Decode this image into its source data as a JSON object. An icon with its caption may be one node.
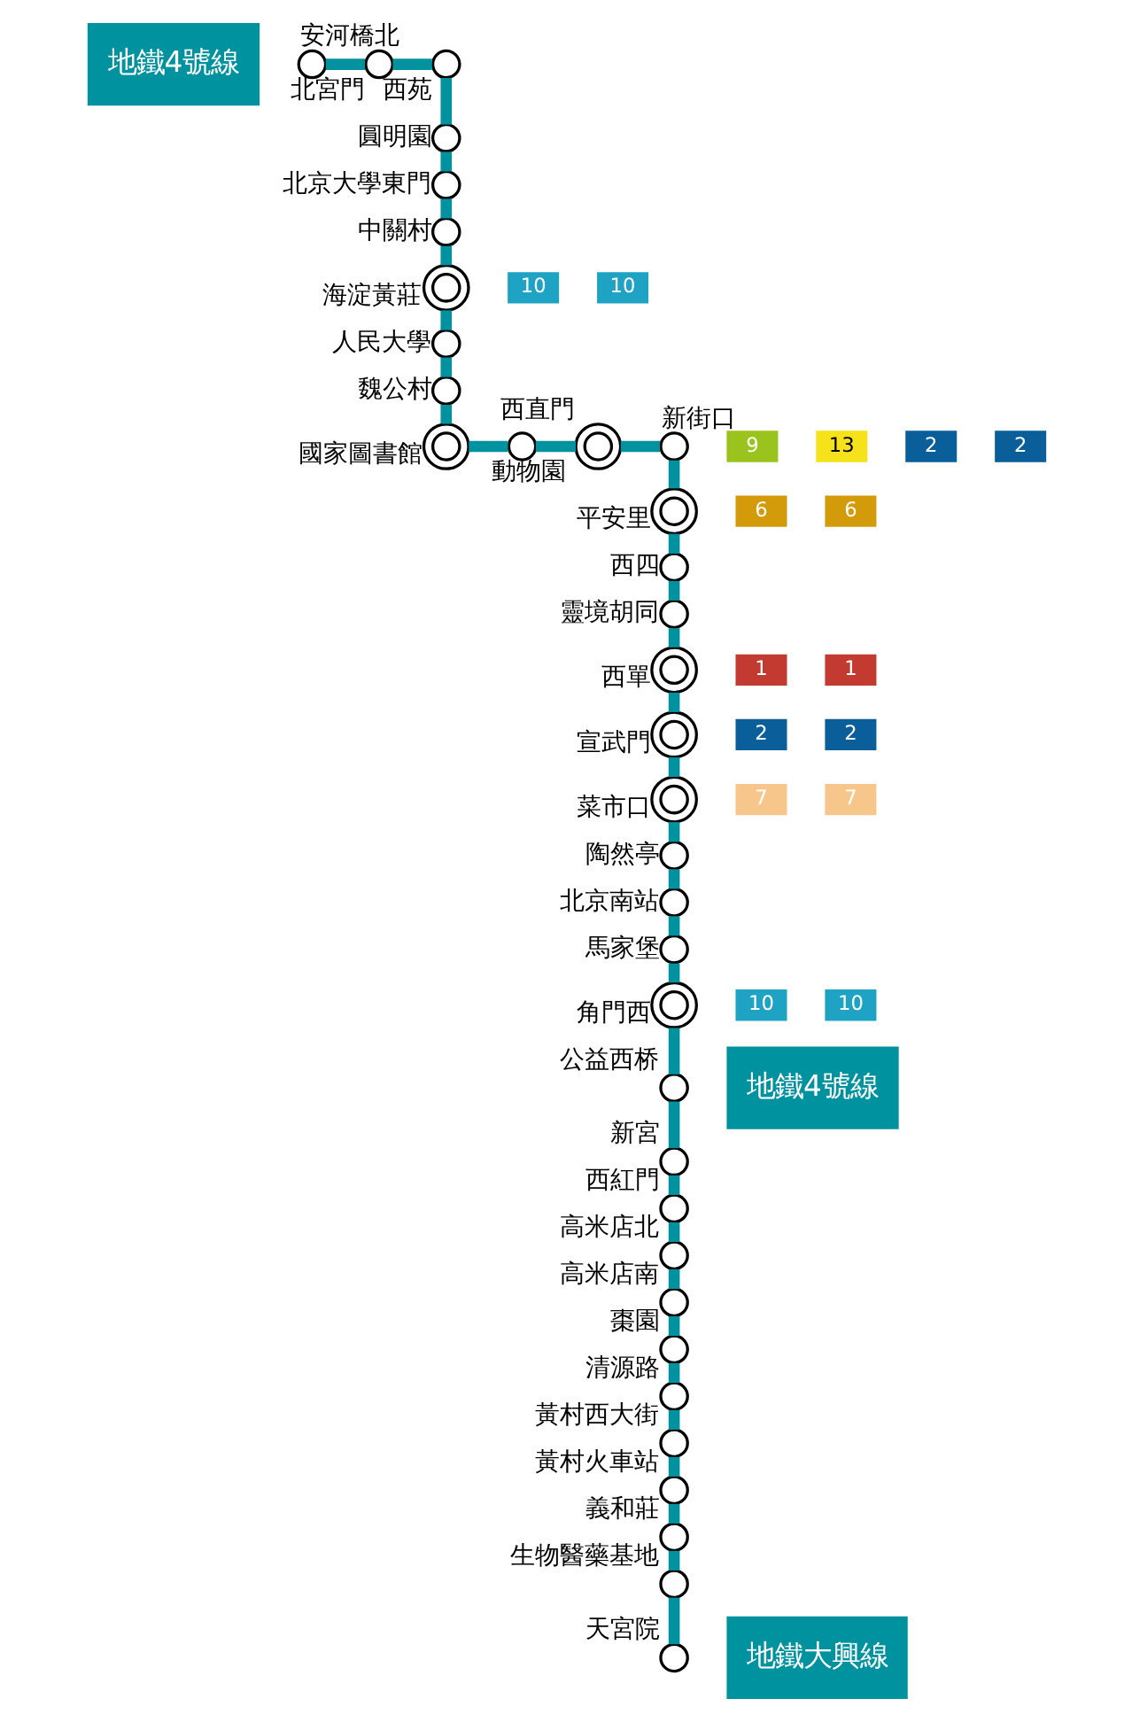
{
  "diagram": {
    "nodes": [
      {
        "text": [
          "地鐵4號線"
        ]
      },
      {
        "text": [],
        "shape": "circle",
        "beside": [
          "安河橋北"
        ]
      },
      {
        "text": [],
        "shape": "circle",
        "beside": [
          "北宮門"
        ]
      },
      {
        "text": [],
        "shape": "circle",
        "beside": [
          "西苑"
        ]
      },
      {
        "text": [],
        "shape": "circle",
        "beside": [
          "圓明園"
        ]
      },
      {
        "text": [],
        "shape": "circle",
        "beside": [
          "北京大學東門"
        ]
      },
      {
        "text": [],
        "shape": "circle",
        "beside": [
          "中關村"
        ]
      },
      {
        "text": [],
        "shape": "circle",
        "beside": [
          "海淀黃莊"
        ]
      },
      {
        "text": [],
        "shape": "circle",
        "beside": [
          "人民大學"
        ]
      },
      {
        "text": [],
        "shape": "circle",
        "beside": [
          "魏公村"
        ]
      },
      {
        "text": [],
        "shape": "circle",
        "beside": [
          "國家圖書館"
        ]
      },
      {
        "text": [],
        "shape": "circle",
        "beside": [
          "動物園"
        ]
      },
      {
        "text": [],
        "shape": "circle",
        "beside": [
          "西直門"
        ]
      },
      {
        "text": [],
        "shape": "circle",
        "beside": [
          "新街口"
        ]
      },
      {
        "text": [],
        "shape": "circle",
        "beside": [
          "平安里"
        ]
      },
      {
        "text": [],
        "shape": "circle",
        "beside": [
          "西四"
        ]
      },
      {
        "text": [],
        "shape": "circle",
        "beside": [
          "靈境胡同"
        ]
      },
      {
        "text": [],
        "shape": "circle",
        "beside": [
          "西單"
        ]
      },
      {
        "text": [],
        "shape": "circle",
        "beside": [
          "宣武門"
        ]
      },
      {
        "text": [],
        "shape": "circle",
        "beside": [
          "菜市口"
        ]
      },
      {
        "text": [],
        "shape": "circle",
        "beside": [
          "陶然亭"
        ]
      },
      {
        "text": [],
        "shape": "circle",
        "beside": [
          "北京南站"
        ]
      },
      {
        "text": [],
        "shape": "circle",
        "beside": [
          "馬家堡"
        ]
      },
      {
        "text": [],
        "shape": "circle",
        "beside": [
          "角門西"
        ]
      },
      {
        "text": [
          "地鐵4號線"
        ]
      },
      {
        "text": [],
        "shape": "circle",
        "beside": [
          "公益西桥"
        ]
      },
      {
        "text": [],
        "shape": "circle",
        "beside": [
          "新宮"
        ]
      },
      {
        "text": [],
        "shape": "circle",
        "beside": [
          "西紅門"
        ]
      },
      {
        "text": [],
        "shape": "circle",
        "beside": [
          "高米店北"
        ]
      },
      {
        "text": [],
        "shape": "circle",
        "beside": [
          "高米店南"
        ]
      },
      {
        "text": [],
        "shape": "circle",
        "beside": [
          "棗園"
        ]
      },
      {
        "text": [],
        "shape": "circle",
        "beside": [
          "清源路"
        ]
      },
      {
        "text": [],
        "shape": "circle",
        "beside": [
          "黃村西大街"
        ]
      },
      {
        "text": [],
        "shape": "circle",
        "beside": [
          "黃村火車站"
        ]
      },
      {
        "text": [],
        "shape": "circle",
        "beside": [
          "義和莊"
        ]
      },
      {
        "text": [],
        "shape": "circle",
        "beside": [
          "生物醫藥基地"
        ]
      },
      {
        "text": [],
        "shape": "circle",
        "beside": [
          "天宮院"
        ]
      },
      {
        "text": [
          "地鐵大興線"
        ]
      }
    ],
    "edges": [
      {
        "from": 1,
        "to": 2,
        "arrow": "none"
      },
      {
        "from": 2,
        "to": 3,
        "arrow": "none"
      },
      {
        "from": 3,
        "to": 4,
        "arrow": "none"
      },
      {
        "from": 4,
        "to": 5,
        "arrow": "none"
      },
      {
        "from": 5,
        "to": 6,
        "arrow": "none"
      },
      {
        "from": 6,
        "to": 7,
        "arrow": "none"
      },
      {
        "from": 7,
        "to": 8,
        "arrow": "none"
      },
      {
        "from": 8,
        "to": 9,
        "arrow": "none"
      },
      {
        "from": 9,
        "to": 10,
        "arrow": "none"
      },
      {
        "from": 10,
        "to": 11,
        "arrow": "none"
      },
      {
        "from": 11,
        "to": 12,
        "arrow": "none"
      },
      {
        "from": 12,
        "to": 13,
        "arrow": "none"
      },
      {
        "from": 13,
        "to": 14,
        "arrow": "none"
      },
      {
        "from": 14,
        "to": 15,
        "arrow": "none"
      },
      {
        "from": 15,
        "to": 16,
        "arrow": "none"
      },
      {
        "from": 16,
        "to": 17,
        "arrow": "none"
      },
      {
        "from": 17,
        "to": 18,
        "arrow": "none"
      },
      {
        "from": 18,
        "to": 19,
        "arrow": "none"
      },
      {
        "from": 19,
        "to": 20,
        "arrow": "none"
      },
      {
        "from": 20,
        "to": 21,
        "arrow": "none"
      },
      {
        "from": 21,
        "to": 22,
        "arrow": "none"
      },
      {
        "from": 22,
        "to": 23,
        "arrow": "none"
      },
      {
        "from": 23,
        "to": 25,
        "arrow": "none"
      },
      {
        "from": 25,
        "to": 26,
        "arrow": "none"
      },
      {
        "from": 26,
        "to": 27,
        "arrow": "none"
      },
      {
        "from": 27,
        "to": 28,
        "arrow": "none"
      },
      {
        "from": 28,
        "to": 29,
        "arrow": "none"
      },
      {
        "from": 29,
        "to": 30,
        "arrow": "none"
      },
      {
        "from": 30,
        "to": 31,
        "arrow": "none"
      },
      {
        "from": 31,
        "to": 32,
        "arrow": "none"
      },
      {
        "from": 32,
        "to": 33,
        "arrow": "none"
      },
      {
        "from": 33,
        "to": 34,
        "arrow": "none"
      },
      {
        "from": 34,
        "to": 35,
        "arrow": "none"
      },
      {
        "from": 35,
        "to": 36,
        "arrow": "none"
      }
    ],
    "labels": [
      "10",
      "10",
      "9",
      "13",
      "2",
      "2",
      "6",
      "6",
      "1",
      "1",
      "2",
      "2",
      "7",
      "7",
      "10",
      "10"
    ]
  }
}
